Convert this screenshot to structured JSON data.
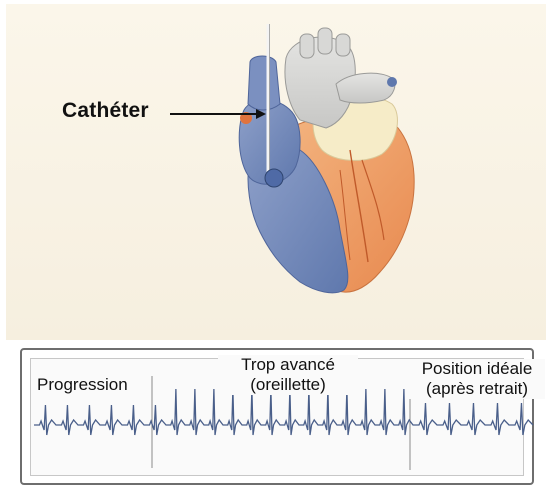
{
  "diagram": {
    "catheter_label": "Cathéter",
    "ecg_strip": {
      "segments": [
        {
          "id": "progression",
          "lines": [
            "Progression"
          ]
        },
        {
          "id": "trop-avance",
          "lines": [
            "Trop avancé",
            "(oreillette)"
          ]
        },
        {
          "id": "position-ideale",
          "lines": [
            "Position idéale",
            "(après retrait)"
          ]
        }
      ]
    }
  },
  "colors": {
    "background": "#f6efdf",
    "right_heart_blue": "#6f86b8",
    "left_heart_orange": "#f0a36e",
    "great_vessels_grey": "#d6d6d4",
    "ecg_trace": "#4a5f8a"
  }
}
